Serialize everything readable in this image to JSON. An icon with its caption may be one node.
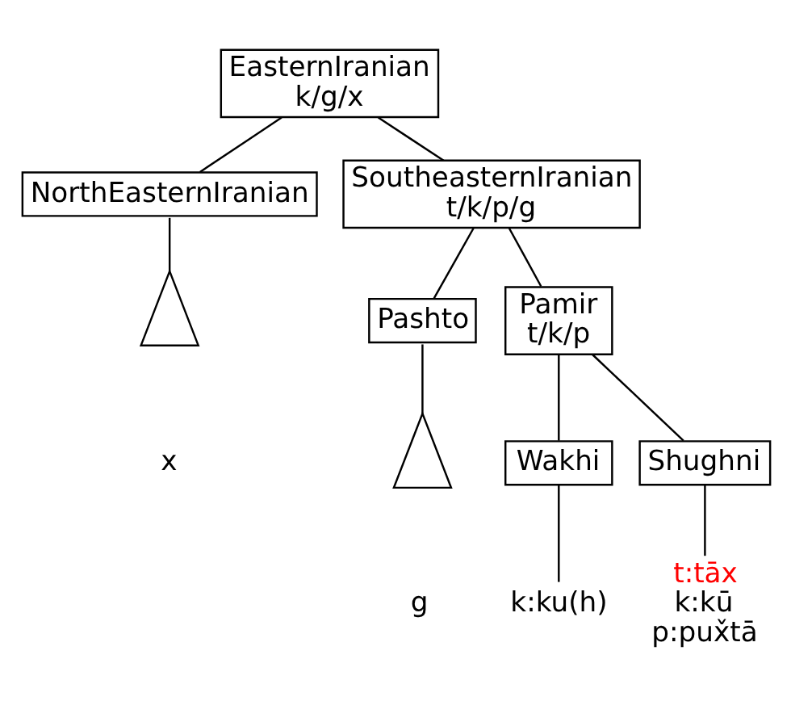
{
  "diagram": {
    "nodes": [
      {
        "text": [
          "EasternIranian",
          "k/g/x"
        ]
      },
      {
        "text": [
          "NorthEasternIranian"
        ]
      },
      {
        "text": [],
        "shape": "triangle",
        "beside": [
          "x"
        ]
      },
      {
        "text": [
          "SoutheasternIranian",
          "t/k/p/g"
        ]
      },
      {
        "text": [
          "Pashto"
        ]
      },
      {
        "text": [],
        "shape": "triangle",
        "beside": [
          "g"
        ]
      },
      {
        "text": [
          "Pamir",
          "t/k/p"
        ]
      },
      {
        "text": [
          "Wakhi"
        ]
      },
      {
        "text": [
          "Shughni"
        ]
      },
      {
        "text": [
          "k:ku(h)"
        ]
      },
      {
        "text": [
          "t:tāx",
          "k:kū",
          "p:pux̌tā"
        ]
      }
    ],
    "edges": [
      {
        "from": 0,
        "to": 1,
        "arrow": "none"
      },
      {
        "from": 0,
        "to": 3,
        "arrow": "none"
      },
      {
        "from": 1,
        "to": 2,
        "arrow": "none"
      },
      {
        "from": 3,
        "to": 4,
        "arrow": "none"
      },
      {
        "from": 3,
        "to": 6,
        "arrow": "none"
      },
      {
        "from": 4,
        "to": 5,
        "arrow": "none"
      },
      {
        "from": 6,
        "to": 7,
        "arrow": "none"
      },
      {
        "from": 6,
        "to": 8,
        "arrow": "none"
      },
      {
        "from": 7,
        "to": 9,
        "arrow": "none"
      },
      {
        "from": 8,
        "to": 10,
        "arrow": "none"
      }
    ]
  }
}
